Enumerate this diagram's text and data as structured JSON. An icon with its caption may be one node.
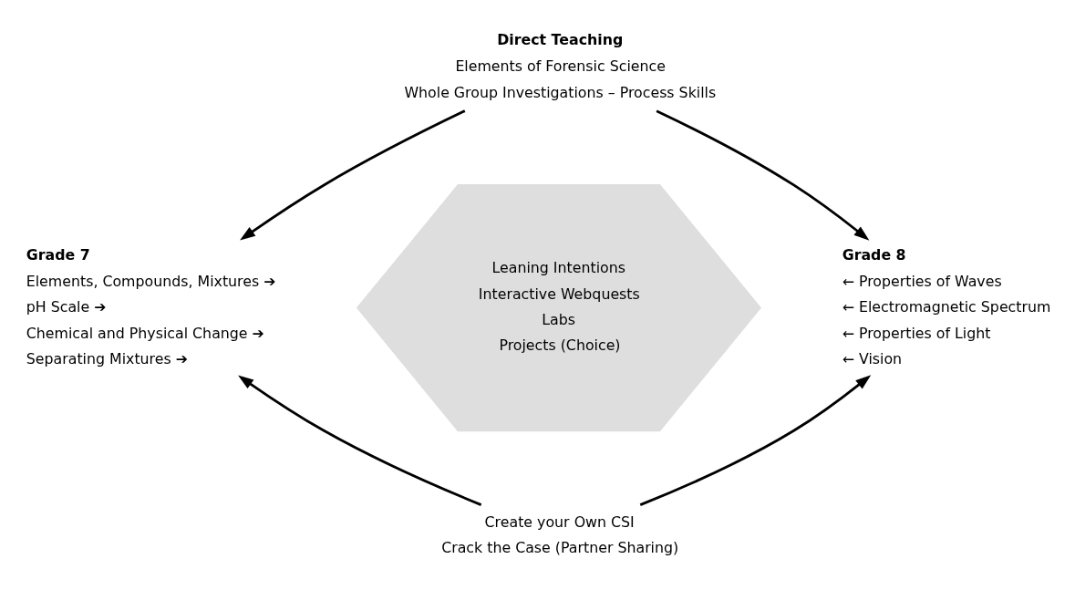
{
  "diagram": {
    "nodes": [
      {
        "text": [
          "Direct Teaching",
          "Elements of Forensic Science",
          "Whole Group Investigations – Process Skills"
        ]
      },
      {
        "text": [
          "Grade 7",
          "Elements, Compounds, Mixtures ➔",
          "pH Scale ➔",
          "Chemical and Physical Change ➔",
          "Separating Mixtures ➔"
        ]
      },
      {
        "text": [
          "Leaning Intentions",
          "Interactive Webquests",
          "Labs",
          "Projects (Choice)"
        ]
      },
      {
        "text": [
          "Grade 8",
          "← Properties of Waves",
          "← Electromagnetic Spectrum",
          "← Properties of Light",
          "← Vision"
        ]
      },
      {
        "text": [
          "Create your Own CSI",
          "Crack the Case (Partner Sharing)"
        ]
      }
    ],
    "edges": [
      {
        "from": 0,
        "to": 1,
        "arrow": "to"
      },
      {
        "from": 0,
        "to": 3,
        "arrow": "to"
      },
      {
        "from": 4,
        "to": 1,
        "arrow": "to"
      },
      {
        "from": 4,
        "to": 3,
        "arrow": "to"
      }
    ]
  }
}
